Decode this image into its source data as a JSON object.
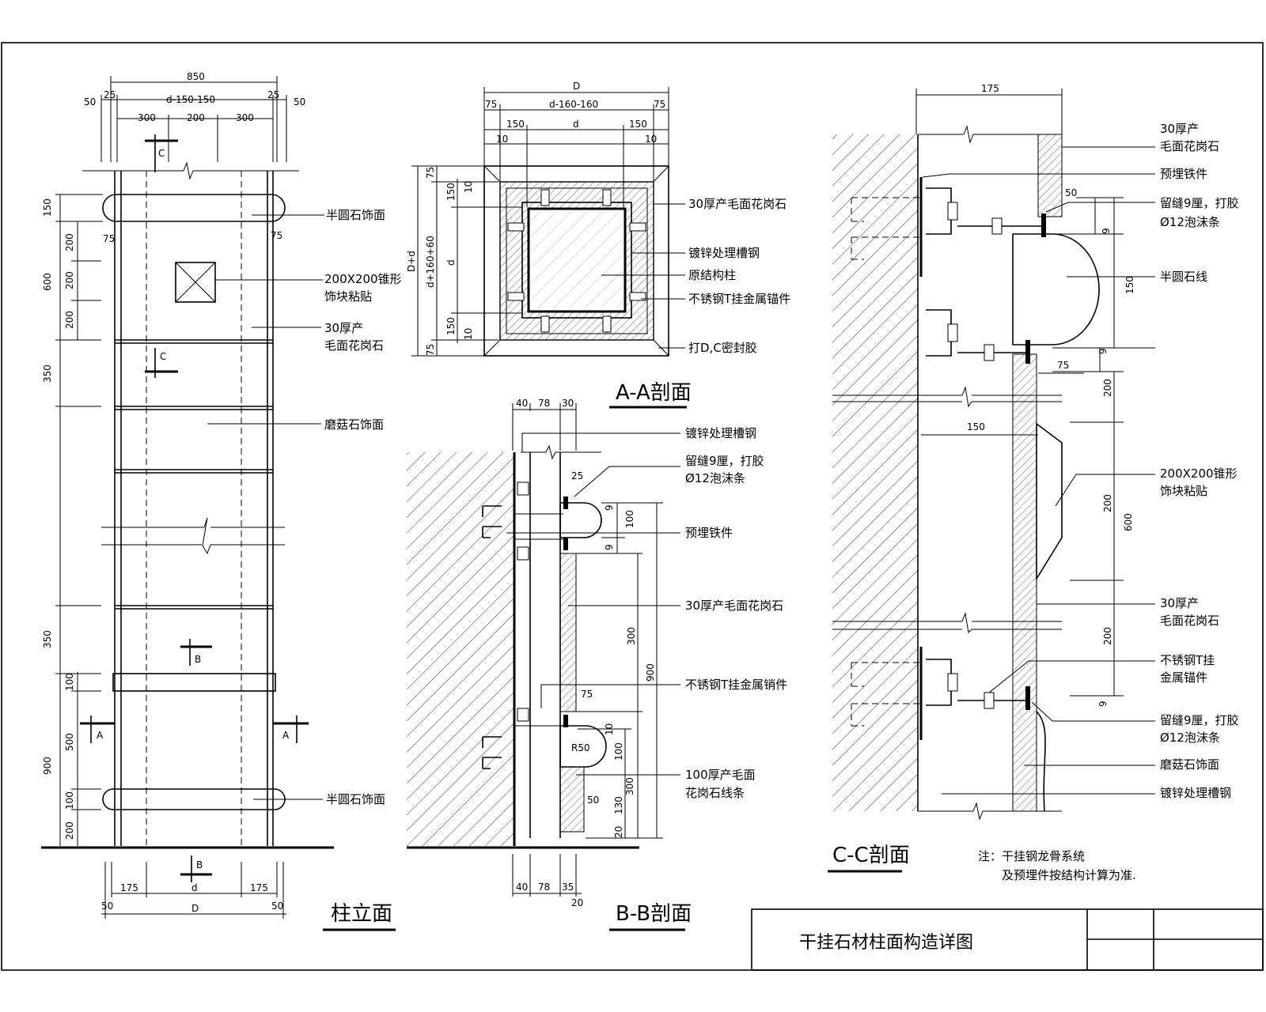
{
  "title_block": {
    "title": "干挂石材柱面构造详图"
  },
  "view_titles": {
    "elevation": "柱立面",
    "aa": "A-A剖面",
    "bb": "B-B剖面",
    "cc": "C-C剖面"
  },
  "note": {
    "line1": "注：干挂钢龙骨系统",
    "line2": "及预埋件按结构计算为准."
  },
  "elevation": {
    "dims_top": [
      "850",
      "50",
      "25",
      "d-150-150",
      "25",
      "50",
      "300",
      "200",
      "300"
    ],
    "dims_left": [
      "150",
      "200",
      "600",
      "200",
      "200",
      "350",
      "350",
      "100",
      "900",
      "500",
      "100",
      "200"
    ],
    "dims_inner": [
      "75",
      "75"
    ],
    "dims_bottom": [
      "175",
      "d",
      "175",
      "50",
      "D",
      "50"
    ],
    "section_marks": {
      "c": "C",
      "a": "A",
      "b": "B"
    },
    "labels": [
      "半圆石饰面",
      "200X200锥形",
      "饰块粘贴",
      "30厚产",
      "毛面花岗石",
      "磨菇石饰面",
      "半圆石饰面"
    ]
  },
  "aa_section": {
    "dims_top": [
      "D",
      "75",
      "d-160-160",
      "75",
      "150",
      "d",
      "150",
      "10",
      "10"
    ],
    "dims_left": [
      "75",
      "150",
      "10",
      "D+d",
      "d+160+60",
      "d",
      "150",
      "10",
      "75"
    ],
    "labels": [
      "30厚产毛面花岗石",
      "镀锌处理槽钢",
      "原结构柱",
      "不锈钢T挂金属锚件",
      "打D,C密封胶"
    ]
  },
  "bb_section": {
    "dims_top": [
      "40",
      "78",
      "30",
      "25"
    ],
    "dims_right": [
      "9",
      "100",
      "9",
      "300",
      "900",
      "75",
      "10",
      "100",
      "300",
      "50",
      "130",
      "20"
    ],
    "radius_label": "R50",
    "dims_bottom": [
      "40",
      "78",
      "35",
      "20"
    ],
    "labels": [
      "镀锌处理槽钢",
      "留缝9厘，打胶",
      "Ø12泡沫条",
      "预埋铁件",
      "30厚产毛面花岗石",
      "不锈钢T挂金属销件",
      "100厚产毛面",
      "花岗石线条"
    ]
  },
  "cc_section": {
    "dims": [
      "175",
      "50",
      "9",
      "150",
      "9",
      "75",
      "150",
      "200",
      "200",
      "600",
      "200",
      "9"
    ],
    "labels": [
      "30厚产",
      "毛面花岗石",
      "预埋铁件",
      "留缝9厘，打胶",
      "Ø12泡沫条",
      "半圆石线",
      "200X200锥形",
      "饰块粘贴",
      "30厚产",
      "毛面花岗石",
      "不锈钢T挂",
      "金属锚件",
      "留缝9厘，打胶",
      "Ø12泡沫条",
      "磨菇石饰面",
      "镀锌处理槽钢"
    ]
  }
}
